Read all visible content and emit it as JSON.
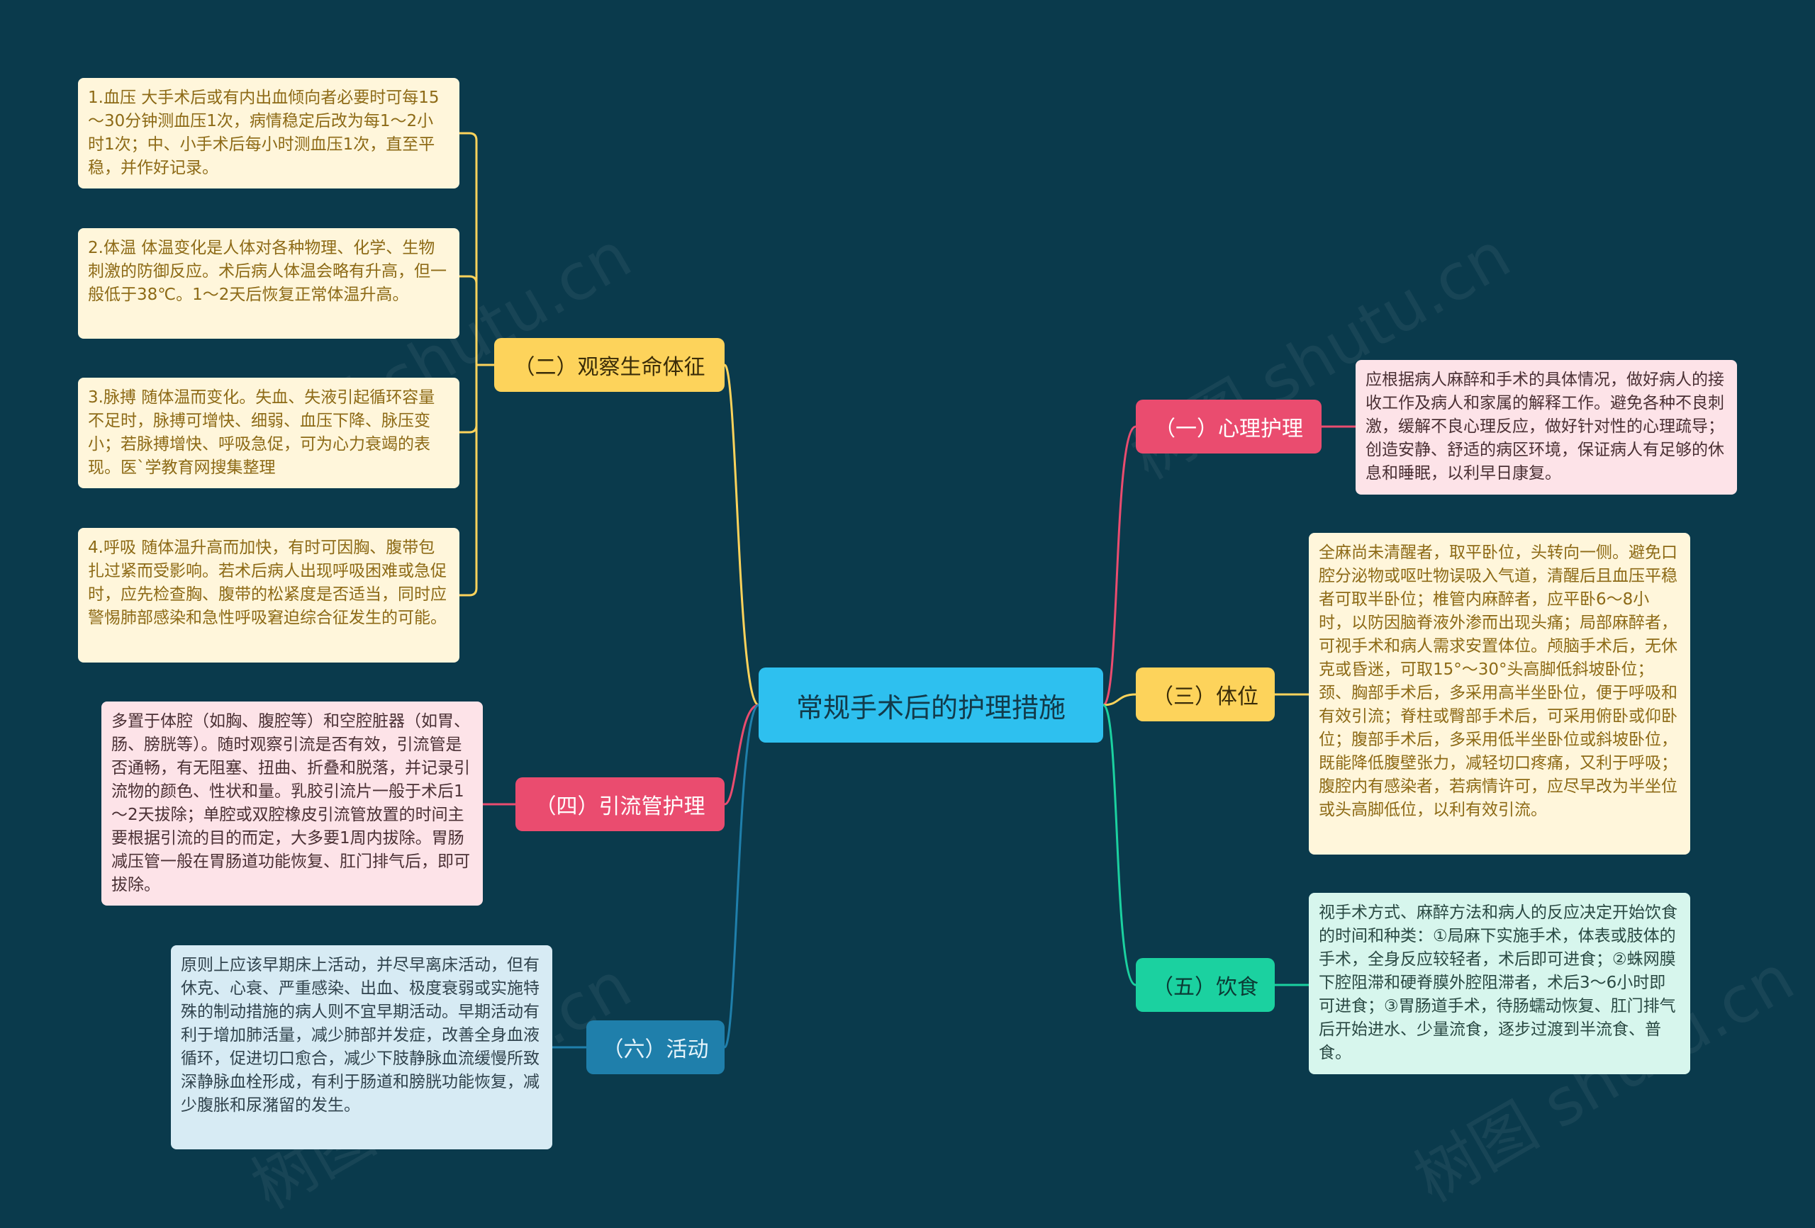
{
  "colors": {
    "background": "#0a3a4c",
    "root": "#2ec0ef",
    "yellow": "#fdd35b",
    "pink": "#ea4c6f",
    "blue": "#1f7fab",
    "green": "#1bd1a0"
  },
  "root": {
    "label": "常规手术后的护理措施"
  },
  "branches": {
    "vital_signs": {
      "label": "（二）观察生命体征",
      "notes": [
        "1.血压 大手术后或有内出血倾向者必要时可每15～30分钟测血压1次，病情稳定后改为每1～2小时1次；中、小手术后每小时测血压1次，直至平稳，并作好记录。",
        "2.体温 体温变化是人体对各种物理、化学、生物刺激的防御反应。术后病人体温会略有升高，但一般低于38℃。1～2天后恢复正常体温升高。",
        "3.脉搏 随体温而变化。失血、失液引起循环容量不足时，脉搏可增快、细弱、血压下降、脉压变小；若脉搏增快、呼吸急促，可为心力衰竭的表现。医`学教育网搜集整理",
        "4.呼吸 随体温升高而加快，有时可因胸、腹带包扎过紧而受影响。若术后病人出现呼吸困难或急促时，应先检查胸、腹带的松紧度是否适当，同时应警惕肺部感染和急性呼吸窘迫综合征发生的可能。"
      ]
    },
    "drainage": {
      "label": "（四）引流管护理",
      "note": "多置于体腔（如胸、腹腔等）和空腔脏器（如胃、肠、膀胱等）。随时观察引流是否有效，引流管是否通畅，有无阻塞、扭曲、折叠和脱落，并记录引流物的颜色、性状和量。乳胶引流片一般于术后1～2天拔除；单腔或双腔橡皮引流管放置的时间主要根据引流的目的而定，大多要1周内拔除。胃肠减压管一般在胃肠道功能恢复、肛门排气后，即可拔除。"
    },
    "activity": {
      "label": "（六）活动",
      "note": "原则上应该早期床上活动，并尽早离床活动，但有休克、心衰、严重感染、出血、极度衰弱或实施特殊的制动措施的病人则不宜早期活动。早期活动有利于增加肺活量，减少肺部并发症，改善全身血液循环，促进切口愈合，减少下肢静脉血流缓慢所致深静脉血栓形成，有利于肠道和膀胱功能恢复，减少腹胀和尿潴留的发生。"
    },
    "psych": {
      "label": "（一）心理护理",
      "note": "应根据病人麻醉和手术的具体情况，做好病人的接收工作及病人和家属的解释工作。避免各种不良刺激，缓解不良心理反应，做好针对性的心理疏导；创造安静、舒适的病区环境，保证病人有足够的休息和睡眠，以利早日康复。"
    },
    "position": {
      "label": "（三）体位",
      "note": "全麻尚未清醒者，取平卧位，头转向一侧。避免口腔分泌物或呕吐物误吸入气道，清醒后且血压平稳者可取半卧位；椎管内麻醉者，应平卧6～8小时，以防因脑脊液外渗而出现头痛；局部麻醉者，可视手术和病人需求安置体位。颅脑手术后，无休克或昏迷，可取15°～30°头高脚低斜坡卧位；颈、胸部手术后，多采用高半坐卧位，便于呼吸和有效引流；脊柱或臀部手术后，可采用俯卧或仰卧位；腹部手术后，多采用低半坐卧位或斜坡卧位，既能降低腹壁张力，减轻切口疼痛，又利于呼吸；腹腔内有感染者，若病情许可，应尽早改为半坐位或头高脚低位，以利有效引流。"
    },
    "diet": {
      "label": "（五）饮食",
      "note": "视手术方式、麻醉方法和病人的反应决定开始饮食的时间和种类：①局麻下实施手术，体表或肢体的手术，全身反应较轻者，术后即可进食；②蛛网膜下腔阻滞和硬脊膜外腔阻滞者，术后3～6小时即可进食；③胃肠道手术，待肠蠕动恢复、肛门排气后开始进水、少量流食，逐步过渡到半流食、普食。"
    }
  },
  "watermark": "树图 shutu.cn"
}
